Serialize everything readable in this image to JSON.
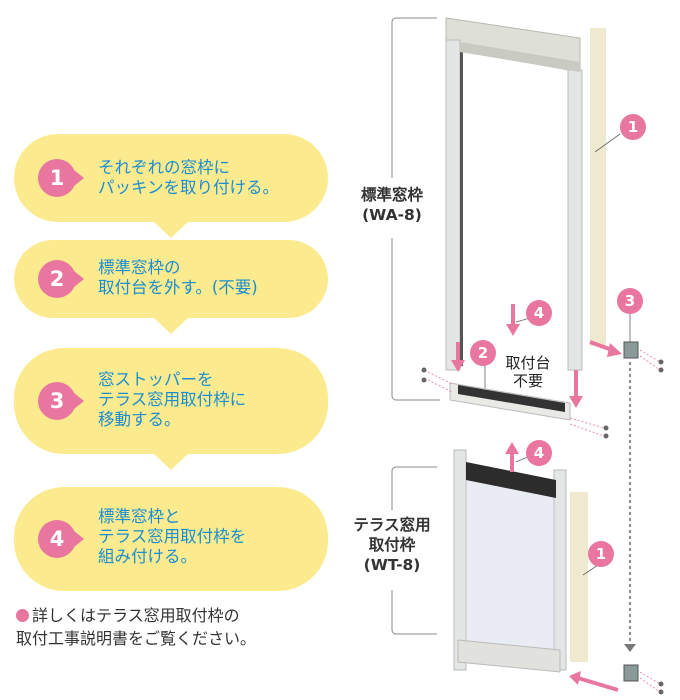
{
  "steps": [
    {
      "number": "1",
      "text": "それぞれの窓枠に\nパッキンを取り付ける。"
    },
    {
      "number": "2",
      "text": "標準窓枠の\n取付台を外す。(不要)"
    },
    {
      "number": "3",
      "text": "窓ストッパーを\nテラス窓用取付枠に\n移動する。"
    },
    {
      "number": "4",
      "text": "標準窓枠と\nテラス窓用取付枠を\n組み付ける。"
    }
  ],
  "note": "詳しくはテラス窓用取付枠の\n取付工事説明書をご覧ください。",
  "diagram": {
    "upper_frame_label": "標準窓枠\n(WA-8)",
    "lower_frame_label": "テラス窓用\n取付枠\n(WT-8)",
    "base_not_needed": "取付台\n不要",
    "callouts": [
      "1",
      "4",
      "2",
      "3",
      "4",
      "1"
    ]
  },
  "colors": {
    "bubble": "#fcea8f",
    "badge": "#e8769f",
    "step_text": "#1a8ed0"
  }
}
